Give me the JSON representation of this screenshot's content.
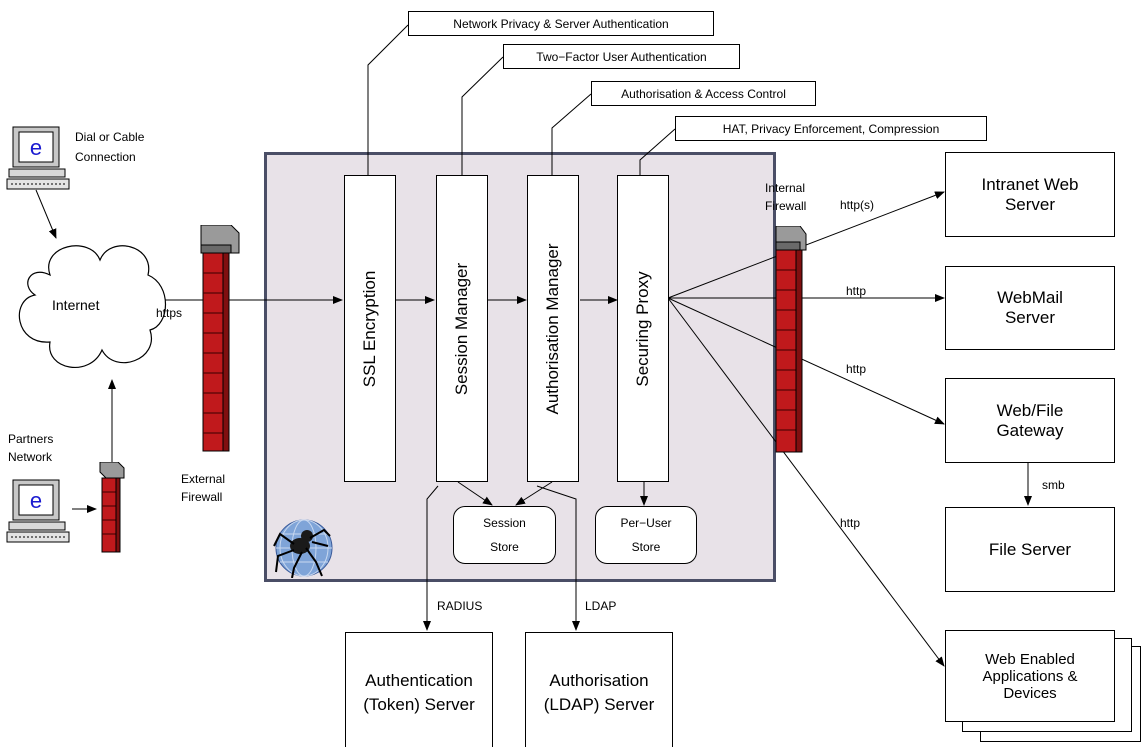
{
  "callouts": {
    "network_privacy": "Network Privacy & Server Authentication",
    "two_factor": "Two−Factor User Authentication",
    "authorisation_access": "Authorisation & Access Control",
    "hat_privacy": "HAT, Privacy Enforcement, Compression"
  },
  "clients": {
    "dial_line1": "Dial or Cable",
    "dial_line2": "Connection",
    "partners_line1": "Partners",
    "partners_line2": "Network",
    "pc_glyph": "e"
  },
  "internet": {
    "label": "Internet",
    "https": "https"
  },
  "firewalls": {
    "external_line1": "External",
    "external_line2": "Firewall",
    "internal_line1": "Internal",
    "internal_line2": "Firewall"
  },
  "modules": {
    "ssl": "SSL Encryption",
    "session": "Session Manager",
    "authorisation": "Authorisation Manager",
    "proxy": "Securing Proxy"
  },
  "stores": {
    "session_line1": "Session",
    "session_line2": "Store",
    "peruser_line1": "Per−User",
    "peruser_line2": "Store"
  },
  "backend": {
    "radius": "RADIUS",
    "ldap": "LDAP",
    "auth_line1": "Authentication",
    "auth_line2": "(Token) Server",
    "authz_line1": "Authorisation",
    "authz_line2": "(LDAP) Server"
  },
  "servers": {
    "intranet_line1": "Intranet Web",
    "intranet_line2": "Server",
    "webmail_line1": "WebMail",
    "webmail_line2": "Server",
    "webfile_line1": "Web/File",
    "webfile_line2": "Gateway",
    "file": "File Server",
    "webapps_line1": "Web Enabled",
    "webapps_line2": "Applications &",
    "webapps_line3": "Devices"
  },
  "links": {
    "https_intranet": "http(s)",
    "http_webmail": "http",
    "http_webfile": "http",
    "smb": "smb",
    "http_webapps": "http"
  },
  "colors": {
    "gateway_fill": "#e8e2e8",
    "gateway_border": "#4a4e66",
    "firewall_brick": "#c0191c",
    "firewall_cap": "#8a8a8a",
    "monitor_screen": "#1a1ad0"
  }
}
